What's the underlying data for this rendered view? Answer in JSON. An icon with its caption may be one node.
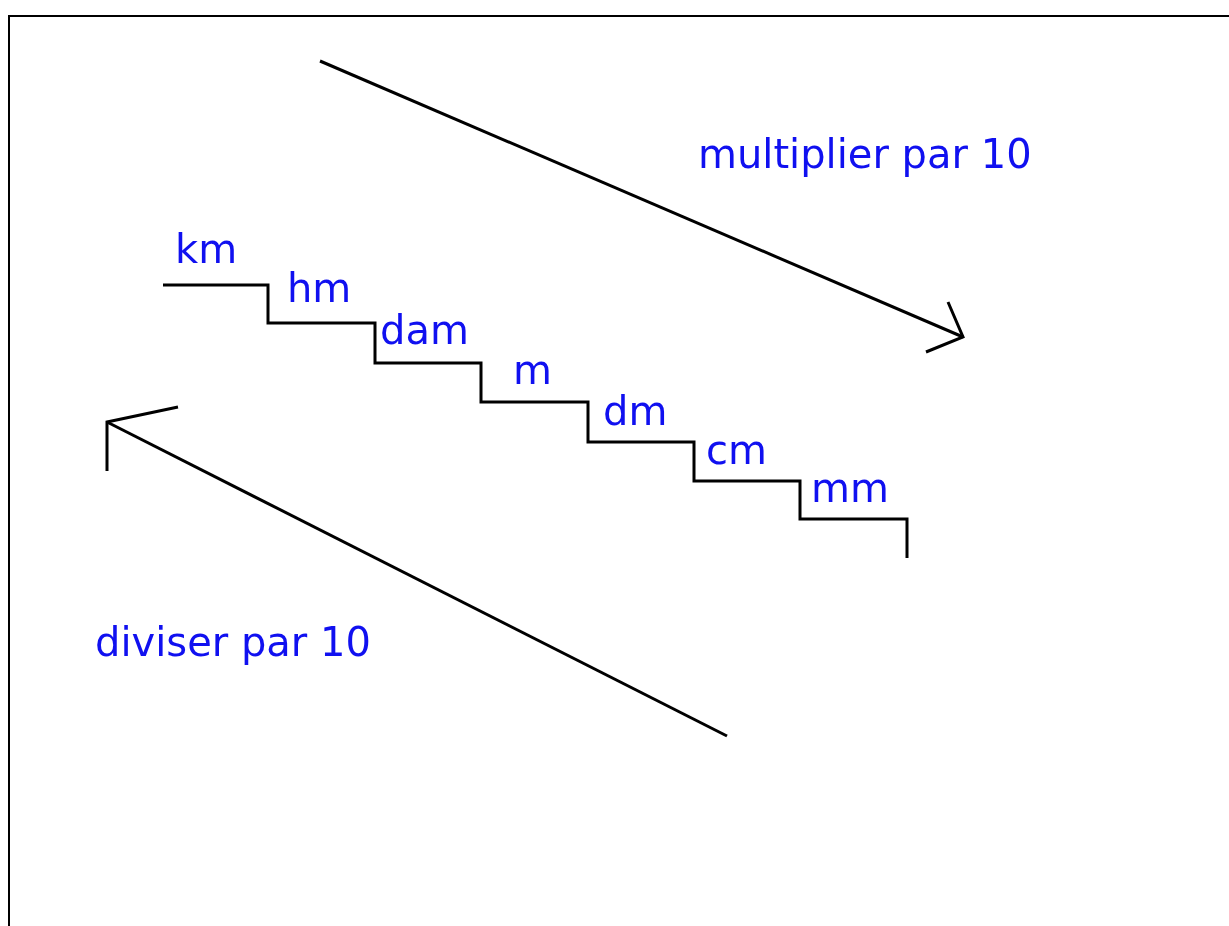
{
  "diagram": {
    "labels": [
      "multiplier par 10",
      "km",
      "hm",
      "dam",
      "m",
      "dm",
      "cm",
      "mm",
      "diviser par 10"
    ]
  }
}
